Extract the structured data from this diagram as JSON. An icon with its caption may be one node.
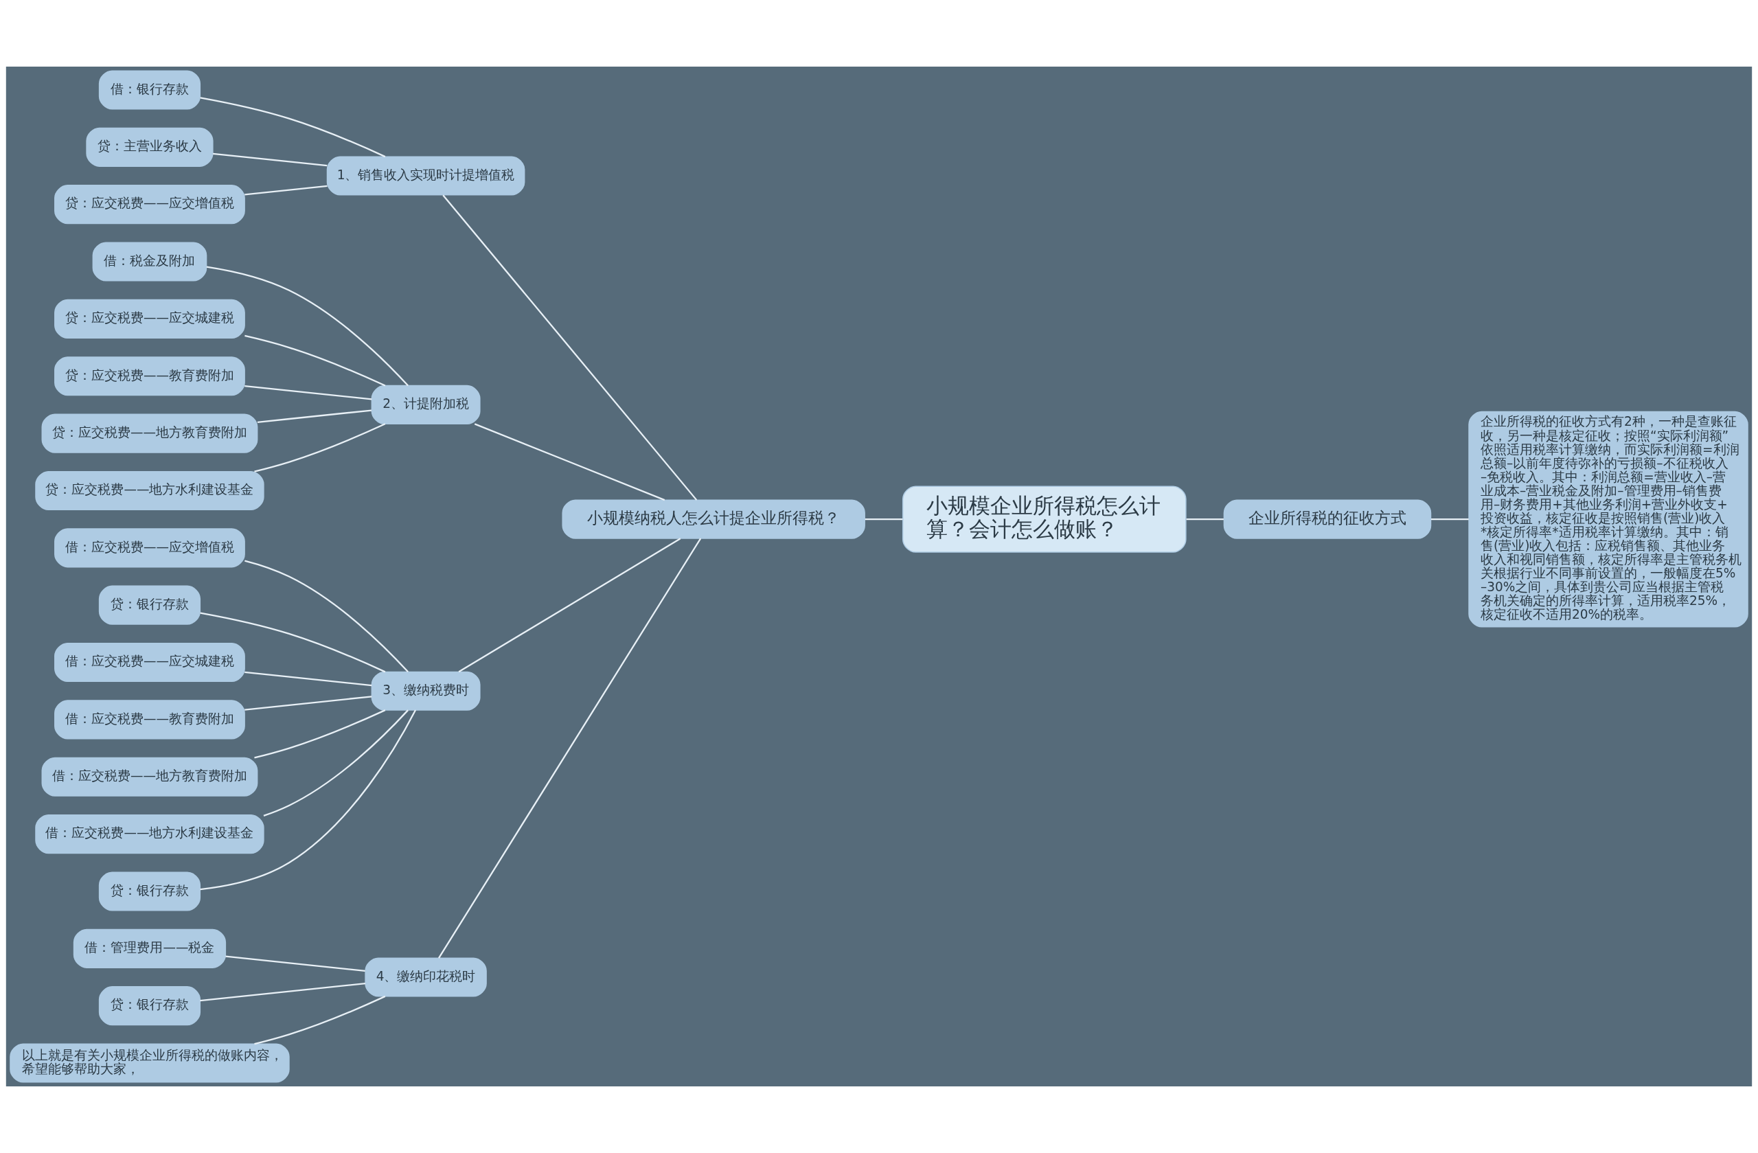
{
  "diagram": {
    "nodes": [
      {
        "text": [
          "小规模企业所得税怎么计算？会计怎么做账？"
        ]
      },
      {
        "text": [
          "小规模纳税人怎么计提企业所得税？"
        ]
      },
      {
        "text": [
          "1、销售收入实现时计提增值税"
        ]
      },
      {
        "text": [
          "借：银行存款"
        ]
      },
      {
        "text": [
          "贷：主营业务收入"
        ]
      },
      {
        "text": [
          "贷：应交税费——应交增值税"
        ]
      },
      {
        "text": [
          "2、计提附加税"
        ]
      },
      {
        "text": [
          "借：税金及附加"
        ]
      },
      {
        "text": [
          "贷：应交税费——应交城建税"
        ]
      },
      {
        "text": [
          "贷：应交税费——教育费附加"
        ]
      },
      {
        "text": [
          "贷：应交税费——地方教育费附加"
        ]
      },
      {
        "text": [
          "贷：应交税费——地方水利建设基金"
        ]
      },
      {
        "text": [
          "3、缴纳税费时"
        ]
      },
      {
        "text": [
          "借：应交税费——应交增值税"
        ]
      },
      {
        "text": [
          "贷：银行存款"
        ]
      },
      {
        "text": [
          "借：应交税费——应交城建税"
        ]
      },
      {
        "text": [
          "借：应交税费——教育费附加"
        ]
      },
      {
        "text": [
          "借：应交税费——地方教育费附加"
        ]
      },
      {
        "text": [
          "借：应交税费——地方水利建设基金"
        ]
      },
      {
        "text": [
          "贷：银行存款"
        ]
      },
      {
        "text": [
          "4、缴纳印花税时"
        ]
      },
      {
        "text": [
          "借：管理费用——税金"
        ]
      },
      {
        "text": [
          "贷：银行存款"
        ]
      },
      {
        "text": [
          "以上就是有关小规模企业所得税的做账内容，希望能够帮助大家，"
        ]
      },
      {
        "text": [
          "企业所得税的征收方式"
        ]
      },
      {
        "text": [
          "企业所得税的征收方式有2种，一种是查账征收，另一种是核定征收；按照“实际利润额”依照适用税率计算缴纳，而实际利润额=利润总额–以前年度待弥补的亏损额–不征税收入–免税收入。其中：利润总额=营业收入–营业成本–营业税金及附加–管理费用–销售费用–财务费用+其他业务利润+营业外收支+投资收益，核定征收是按照销售(营业)收入*核定所得率*适用税率计算缴纳。其中：销售(营业)收入包括：应税销售额、其他业务收入和视同销售额，核定所得率是主管税务机关根据行业不同事前设置的，一般幅度在5%–30%之间，具体到贵公司应当根据主管税务机关确定的所得率计算，适用税率25%，核定征收不适用20%的税率。"
        ]
      }
    ],
    "edges": [
      {
        "from": 0,
        "to": 1,
        "arrow": "none"
      },
      {
        "from": 1,
        "to": 2,
        "arrow": "none"
      },
      {
        "from": 2,
        "to": 3,
        "arrow": "none"
      },
      {
        "from": 2,
        "to": 4,
        "arrow": "none"
      },
      {
        "from": 2,
        "to": 5,
        "arrow": "none"
      },
      {
        "from": 1,
        "to": 6,
        "arrow": "none"
      },
      {
        "from": 6,
        "to": 7,
        "arrow": "none"
      },
      {
        "from": 6,
        "to": 8,
        "arrow": "none"
      },
      {
        "from": 6,
        "to": 9,
        "arrow": "none"
      },
      {
        "from": 6,
        "to": 10,
        "arrow": "none"
      },
      {
        "from": 6,
        "to": 11,
        "arrow": "none"
      },
      {
        "from": 1,
        "to": 12,
        "arrow": "none"
      },
      {
        "from": 12,
        "to": 13,
        "arrow": "none"
      },
      {
        "from": 12,
        "to": 14,
        "arrow": "none"
      },
      {
        "from": 12,
        "to": 15,
        "arrow": "none"
      },
      {
        "from": 12,
        "to": 16,
        "arrow": "none"
      },
      {
        "from": 12,
        "to": 17,
        "arrow": "none"
      },
      {
        "from": 12,
        "to": 18,
        "arrow": "none"
      },
      {
        "from": 12,
        "to": 19,
        "arrow": "none"
      },
      {
        "from": 1,
        "to": 20,
        "arrow": "none"
      },
      {
        "from": 20,
        "to": 21,
        "arrow": "none"
      },
      {
        "from": 20,
        "to": 22,
        "arrow": "none"
      },
      {
        "from": 20,
        "to": 23,
        "arrow": "none"
      },
      {
        "from": 0,
        "to": 24,
        "arrow": "none"
      },
      {
        "from": 24,
        "to": 25,
        "arrow": "none"
      }
    ]
  }
}
